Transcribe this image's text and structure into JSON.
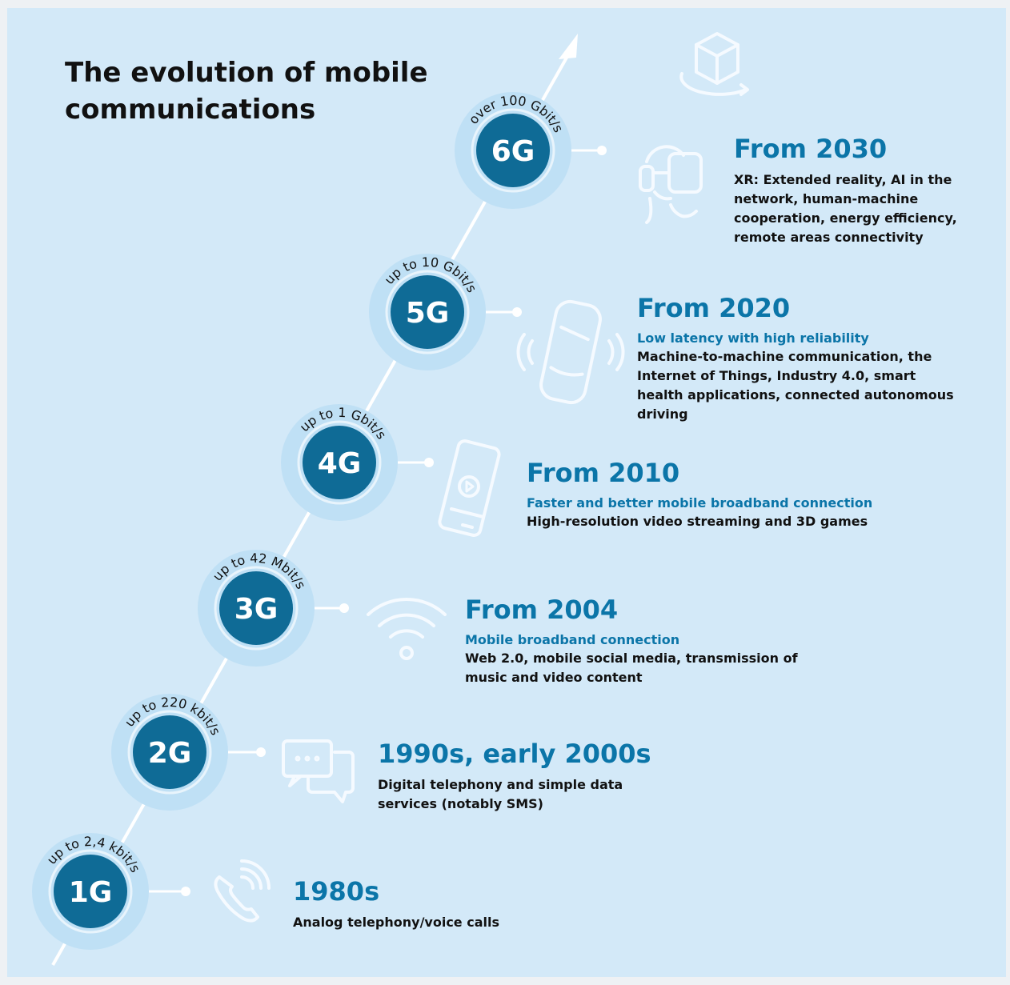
{
  "title": "The evolution of mobile communications",
  "colors": {
    "background": "#d3e9f8",
    "accent": "#0b75a8",
    "circle_dark": "#0f6b96",
    "ring_light": "#bfe0f5",
    "line": "#ffffff",
    "icon": "#f5faff"
  },
  "generations": [
    {
      "label": "1G",
      "speed": "up to 2,4 kbit/s",
      "period": "1980s",
      "subtitle": "",
      "description": "Analog telephony/voice calls",
      "icon": "phone-icon"
    },
    {
      "label": "2G",
      "speed": "up to 220 kbit/s",
      "period": "1990s, early 2000s",
      "subtitle": "",
      "description": "Digital telephony and simple data services (notably SMS)",
      "icon": "chat-bubbles-icon"
    },
    {
      "label": "3G",
      "speed": "up to 42 Mbit/s",
      "period": "From 2004",
      "subtitle": "Mobile broadband connection",
      "description": "Web 2.0, mobile social media, transmission of music and video content",
      "icon": "wifi-icon"
    },
    {
      "label": "4G",
      "speed": "up to 1 Gbit/s",
      "period": "From 2010",
      "subtitle": "Faster and better mobile broadband connection",
      "description": "High-resolution video streaming and 3D games",
      "icon": "smartphone-play-icon"
    },
    {
      "label": "5G",
      "speed": "up to 10 Gbit/s",
      "period": "From 2020",
      "subtitle": "Low latency with high reliability",
      "description": "Machine-to-machine communication, the Internet of Things, Industry 4.0, smart health applications, connected autonomous driving",
      "icon": "connected-car-icon"
    },
    {
      "label": "6G",
      "speed": "over 100 Gbit/s",
      "period": "From 2030",
      "subtitle": "",
      "description": "XR: Extended reality, AI in the network, human-machine cooperation, energy efficiency, remote areas connectivity",
      "icon": "vr-headset-icon"
    }
  ],
  "extra_icons": [
    "3d-cube-icon"
  ]
}
